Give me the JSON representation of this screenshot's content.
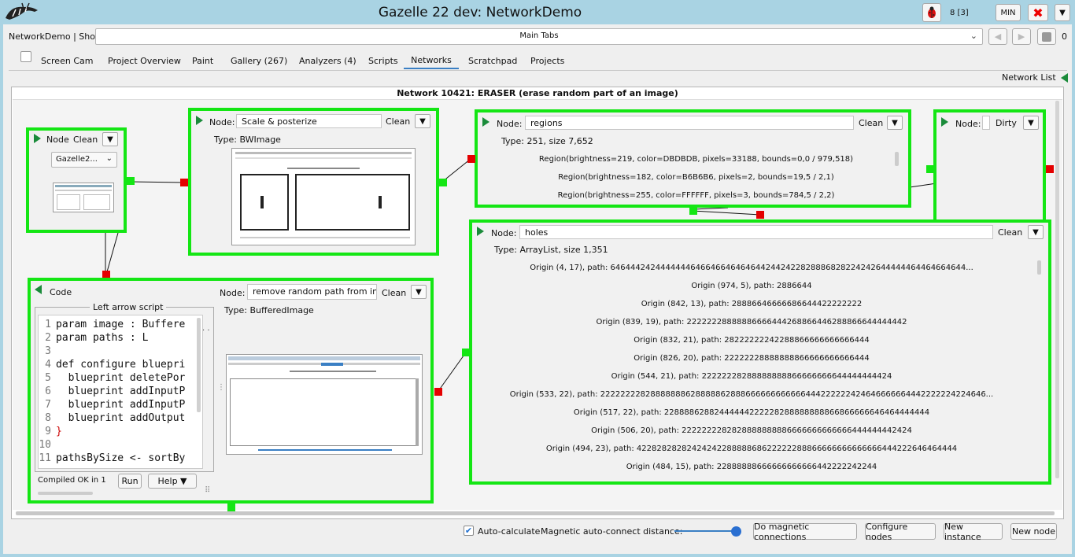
{
  "window": {
    "title": "Gazelle 22 dev: NetworkDemo",
    "counter": "8 [3]",
    "min_label": "MIN"
  },
  "toolbar": {
    "breadcrumb": "NetworkDemo | Show",
    "dropdown_value": "Main Tabs",
    "page_num": "0"
  },
  "tabs": [
    {
      "label": "Screen Cam"
    },
    {
      "label": "Project Overview"
    },
    {
      "label": "Paint"
    },
    {
      "label": "Gallery (267)"
    },
    {
      "label": "Analyzers (4)"
    },
    {
      "label": "Scripts"
    },
    {
      "label": "Networks"
    },
    {
      "label": "Scratchpad"
    },
    {
      "label": "Projects"
    }
  ],
  "network_list_label": "Network List",
  "network_title": "Network 10421: ERASER (erase random part of an image)",
  "nodes": {
    "source": {
      "node_label": "Node",
      "state": "Clean",
      "select_value": "Gazelle2..."
    },
    "scale": {
      "node_label": "Node:",
      "name": "Scale & posterize",
      "state": "Clean",
      "type": "Type: BWImage"
    },
    "regions": {
      "node_label": "Node:",
      "name": "regions",
      "state": "Clean",
      "type": "Type: 251, size 7,652",
      "lines": [
        "Region(brightness=219, color=DBDBDB, pixels=33188, bounds=0,0 / 979,518)",
        "Region(brightness=182, color=B6B6B6, pixels=2, bounds=19,5 / 2,1)",
        "Region(brightness=255, color=FFFFFF, pixels=3, bounds=784,5 / 2,2)"
      ]
    },
    "dirty": {
      "node_label": "Node:",
      "state": "Dirty"
    },
    "holes": {
      "node_label": "Node:",
      "name": "holes",
      "state": "Clean",
      "type": "Type: ArrayList, size 1,351",
      "lines": [
        "Origin (4, 17), path: 64644424244444446466466464646442442422828886828224242644444464464664644...",
        "Origin (974, 5), path: 2886644",
        "Origin (842, 13), path: 28886646666686644422222222",
        "Origin (839, 19), path: 22222228888886666444268866446288866644444442",
        "Origin (832, 21), path: 28222222242288866666666666444",
        "Origin (826, 20), path: 22222228888888866666666666444",
        "Origin (544, 21), path: 22222228288888888866666666644444444424",
        "Origin (533, 22), path: 22222222828888888628888862888666666666666444222222424646666664442222224224646...",
        "Origin (517, 22), path: 22888862882444444222228288888888866866666646464444444",
        "Origin (506, 20), path: 2222222282828888888886666666666666444444442424",
        "Origin (494, 23), path: 4228282828242424228888868622222288866666666666666444222646464444",
        "Origin (484, 15), path: 22888888666666666666442222242244"
      ]
    },
    "code": {
      "title": "Code",
      "node_label": "Node:",
      "name": "remove random path from ima",
      "state": "Clean",
      "type": "Type: BufferedImage",
      "script_title": "Left arrow script",
      "lines": [
        {
          "n": "1",
          "t": "param image : Buffere"
        },
        {
          "n": "2",
          "t": "param paths : L"
        },
        {
          "n": "3",
          "t": ""
        },
        {
          "n": "4",
          "t": "def configure bluepri"
        },
        {
          "n": "5",
          "t": "  blueprint deletePor"
        },
        {
          "n": "6",
          "t": "  blueprint addInputP"
        },
        {
          "n": "7",
          "t": "  blueprint addInputP"
        },
        {
          "n": "8",
          "t": "  blueprint addOutput"
        },
        {
          "n": "9",
          "t": "}"
        },
        {
          "n": "10",
          "t": ""
        },
        {
          "n": "11",
          "t": "pathsBySize <- sortBy"
        }
      ],
      "status": "Compiled OK in 1",
      "run_label": "Run",
      "help_label": "Help ▼"
    }
  },
  "bottom": {
    "autocalc_label": "Auto-calculate",
    "magnetic_label": "Magnetic auto-connect distance:",
    "slider_value": 1.0,
    "buttons": [
      "Do magnetic connections",
      "Configure nodes",
      "New instance",
      "New node"
    ]
  },
  "colors": {
    "accent_green": "#14e614",
    "port_red": "#e40000",
    "titlebar": "#a9d3e3"
  }
}
